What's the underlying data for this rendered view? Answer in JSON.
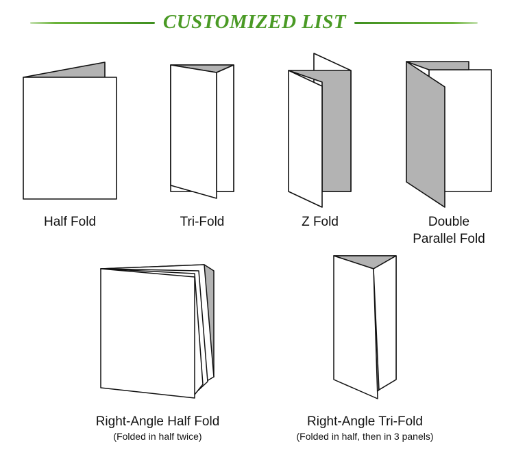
{
  "header": {
    "title": "CUSTOMIZED LIST"
  },
  "colors": {
    "accent": "#4a9a25",
    "panel_shade": "#b3b3b3",
    "outline": "#111111",
    "panel_fill": "#ffffff"
  },
  "folds": [
    {
      "id": "half",
      "label": "Half Fold"
    },
    {
      "id": "tri",
      "label": "Tri-Fold"
    },
    {
      "id": "z",
      "label": "Z Fold"
    },
    {
      "id": "double",
      "label_line1": "Double",
      "label_line2": "Parallel Fold"
    },
    {
      "id": "right-half",
      "label": "Right-Angle Half Fold",
      "sublabel": "(Folded in half twice)"
    },
    {
      "id": "right-tri",
      "label": "Right-Angle Tri-Fold",
      "sublabel": "(Folded in half, then in 3 panels)"
    }
  ]
}
